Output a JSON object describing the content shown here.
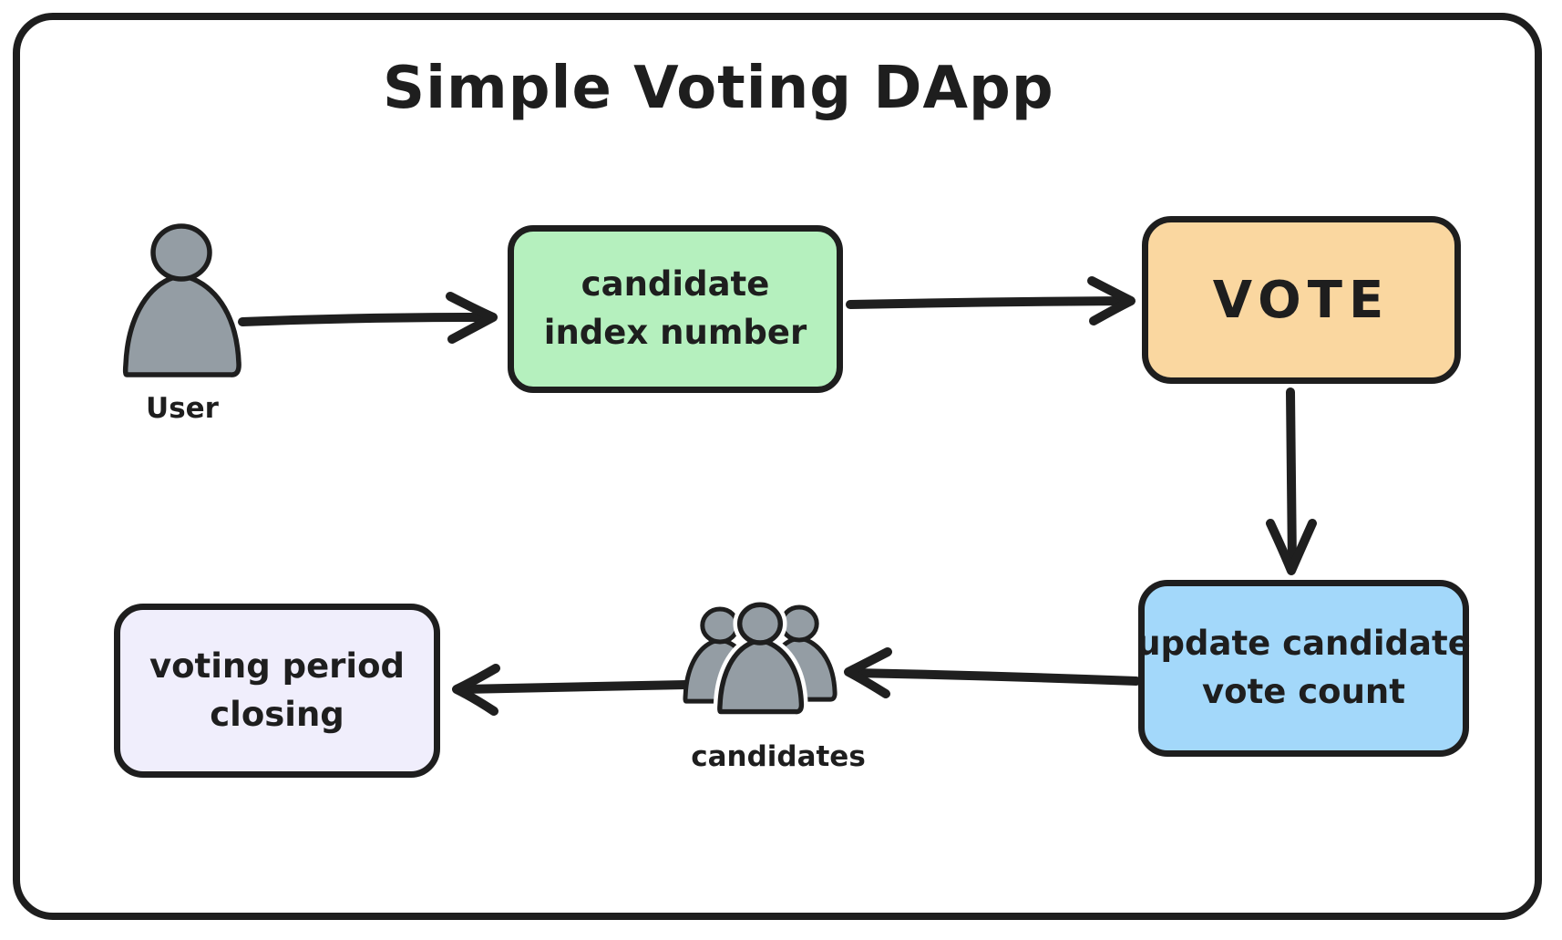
{
  "title": "Simple Voting DApp",
  "colors": {
    "stroke": "#1e1e1e",
    "green": "#b5f0be",
    "orange": "#fad7a0",
    "blue": "#a3d8fa",
    "lavender": "#f0eefc",
    "gray": "#949da4",
    "background": "#ffffff"
  },
  "nodes": {
    "candidate_index": {
      "line1": "candidate",
      "line2": "index number"
    },
    "vote": {
      "label": "VOTE"
    },
    "update_count": {
      "line1": "update candidate",
      "line2": "vote count"
    },
    "voting_period": {
      "line1": "voting period",
      "line2": "closing"
    }
  },
  "actors": {
    "user": {
      "label": "User"
    },
    "candidates": {
      "label": "candidates"
    }
  },
  "flow": {
    "edges": [
      "user -> candidate index number",
      "candidate index number -> VOTE",
      "VOTE -> update candidate vote count",
      "update candidate vote count -> candidates",
      "candidates -> voting period closing"
    ]
  }
}
